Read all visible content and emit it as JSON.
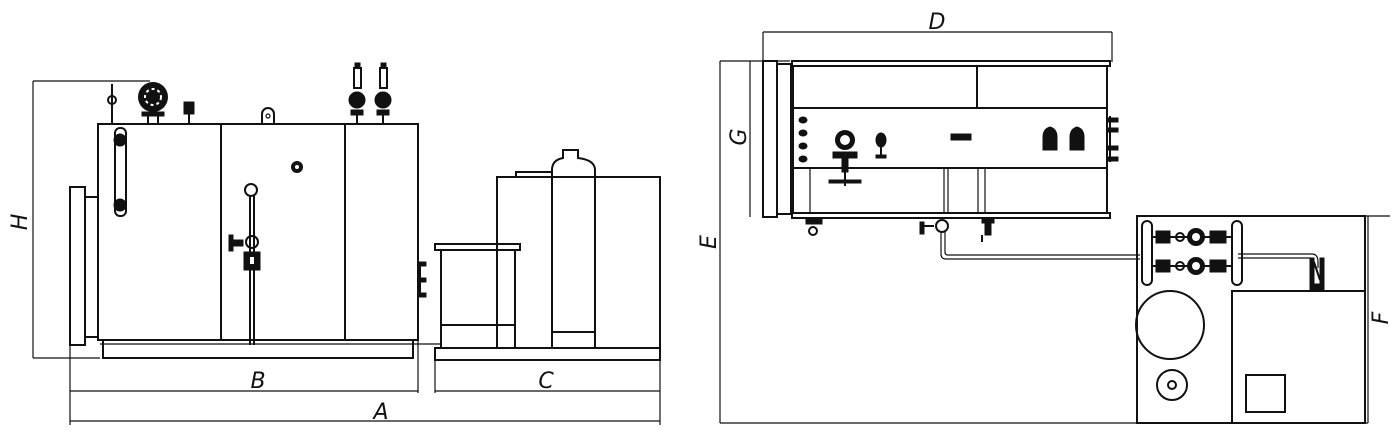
{
  "side_view": {
    "dimensions": {
      "A": "A",
      "B": "B",
      "C": "C",
      "H": "H"
    }
  },
  "top_view": {
    "dimensions": {
      "D": "D",
      "E": "E",
      "F": "F",
      "G": "G"
    }
  },
  "colors": {
    "line": "#111111",
    "background": "#ffffff"
  }
}
